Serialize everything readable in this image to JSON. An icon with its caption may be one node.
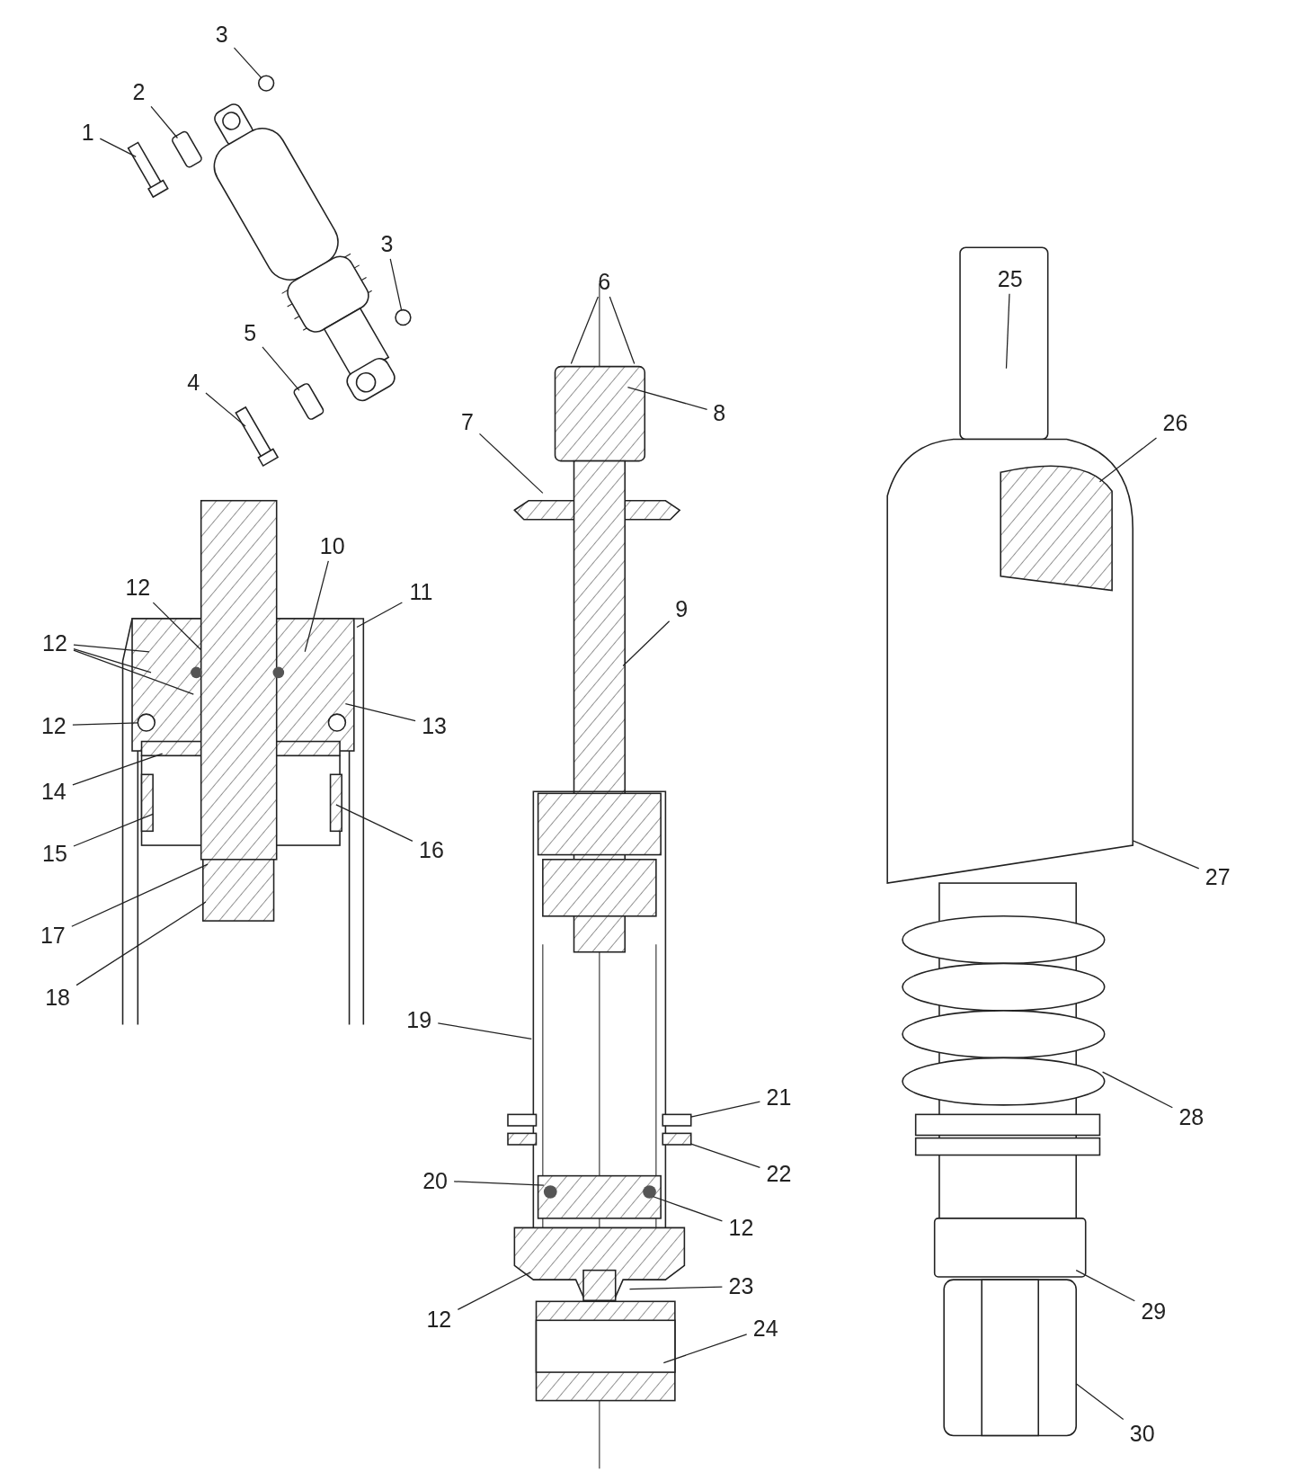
{
  "diagram": {
    "nodes": [
      {
        "text": [
          "3"
        ]
      },
      {
        "text": [
          "2"
        ]
      },
      {
        "text": [
          "1"
        ]
      },
      {
        "text": [
          "3"
        ]
      },
      {
        "text": [
          "25"
        ]
      },
      {
        "text": [
          "6"
        ]
      },
      {
        "text": [
          "5"
        ]
      },
      {
        "text": [
          "4"
        ]
      },
      {
        "text": [
          "8"
        ]
      },
      {
        "text": [
          "7"
        ]
      },
      {
        "text": [
          "26"
        ]
      },
      {
        "text": [
          "10"
        ]
      },
      {
        "text": [
          "12"
        ]
      },
      {
        "text": [
          "11"
        ]
      },
      {
        "text": [
          "9"
        ]
      },
      {
        "text": [
          "12"
        ]
      },
      {
        "text": [
          "12"
        ]
      },
      {
        "text": [
          "13"
        ]
      },
      {
        "text": [
          "14"
        ]
      },
      {
        "text": [
          "16"
        ]
      },
      {
        "text": [
          "15"
        ]
      },
      {
        "text": [
          "27"
        ]
      },
      {
        "text": [
          "17"
        ]
      },
      {
        "text": [
          "18"
        ]
      },
      {
        "text": [
          "19"
        ]
      },
      {
        "text": [
          "21"
        ]
      },
      {
        "text": [
          "28"
        ]
      },
      {
        "text": [
          "22"
        ]
      },
      {
        "text": [
          "20"
        ]
      },
      {
        "text": [
          "12"
        ]
      },
      {
        "text": [
          "23"
        ]
      },
      {
        "text": [
          "29"
        ]
      },
      {
        "text": [
          "12"
        ]
      },
      {
        "text": [
          "24"
        ]
      },
      {
        "text": [
          "30"
        ]
      },
      {
        "text": [],
        "shape": "circle"
      },
      {
        "text": [],
        "shape": "circle"
      },
      {
        "text": [],
        "shape": "circle"
      },
      {
        "text": [],
        "shape": "box"
      },
      {
        "text": [],
        "shape": "box"
      },
      {
        "text": [],
        "shape": "box"
      },
      {
        "text": [],
        "shape": "box"
      },
      {
        "text": [],
        "shape": "box"
      },
      {
        "text": [],
        "shape": "box"
      }
    ],
    "edges": [
      {
        "from": 0,
        "to": 35,
        "arrow": "none"
      },
      {
        "from": 1,
        "to": 41,
        "arrow": "none"
      },
      {
        "from": 2,
        "to": 40,
        "arrow": "none"
      },
      {
        "from": 3,
        "to": 36,
        "arrow": "none"
      },
      {
        "from": 4,
        "to": null,
        "arrow": "none"
      },
      {
        "from": 5,
        "to": null,
        "arrow": "none"
      },
      {
        "from": 5,
        "to": null,
        "arrow": "none"
      },
      {
        "from": 6,
        "to": 42,
        "arrow": "none"
      },
      {
        "from": 7,
        "to": 43,
        "arrow": "none"
      },
      {
        "from": 8,
        "to": null,
        "arrow": "none"
      },
      {
        "from": 9,
        "to": null,
        "arrow": "none"
      },
      {
        "from": 10,
        "to": null,
        "arrow": "none"
      },
      {
        "from": 11,
        "to": null,
        "arrow": "none"
      },
      {
        "from": 12,
        "to": null,
        "arrow": "none"
      },
      {
        "from": 13,
        "to": null,
        "arrow": "none"
      },
      {
        "from": 14,
        "to": null,
        "arrow": "none"
      },
      {
        "from": 15,
        "to": null,
        "arrow": "none"
      },
      {
        "from": 15,
        "to": null,
        "arrow": "none"
      },
      {
        "from": 15,
        "to": null,
        "arrow": "none"
      },
      {
        "from": 16,
        "to": 37,
        "arrow": "none"
      },
      {
        "from": 17,
        "to": null,
        "arrow": "none"
      },
      {
        "from": 18,
        "to": null,
        "arrow": "none"
      },
      {
        "from": 19,
        "to": null,
        "arrow": "none"
      },
      {
        "from": 20,
        "to": null,
        "arrow": "none"
      },
      {
        "from": 21,
        "to": null,
        "arrow": "none"
      },
      {
        "from": 22,
        "to": null,
        "arrow": "none"
      },
      {
        "from": 23,
        "to": null,
        "arrow": "none"
      },
      {
        "from": 24,
        "to": null,
        "arrow": "none"
      },
      {
        "from": 25,
        "to": 38,
        "arrow": "none"
      },
      {
        "from": 26,
        "to": null,
        "arrow": "none"
      },
      {
        "from": 27,
        "to": 39,
        "arrow": "none"
      },
      {
        "from": 28,
        "to": null,
        "arrow": "none"
      },
      {
        "from": 29,
        "to": null,
        "arrow": "none"
      },
      {
        "from": 30,
        "to": null,
        "arrow": "none"
      },
      {
        "from": 31,
        "to": null,
        "arrow": "none"
      },
      {
        "from": 32,
        "to": null,
        "arrow": "none"
      },
      {
        "from": 33,
        "to": null,
        "arrow": "none"
      },
      {
        "from": 34,
        "to": null,
        "arrow": "none"
      }
    ]
  }
}
